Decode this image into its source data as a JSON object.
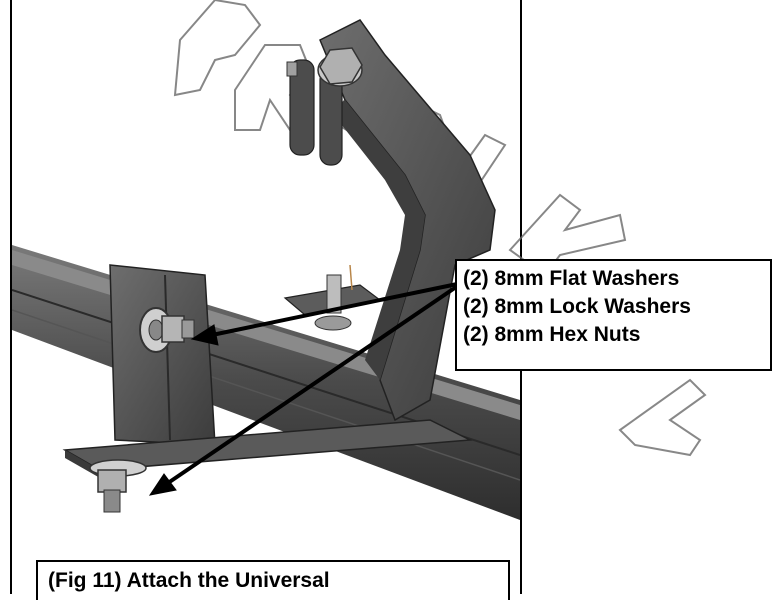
{
  "callout": {
    "lines": [
      "(2) 8mm Flat Washers",
      "(2) 8mm Lock Washers",
      "(2) 8mm Hex Nuts"
    ]
  },
  "caption": {
    "text": "(Fig 11) Attach the Universal"
  },
  "watermark": {
    "text": "PRINT"
  }
}
